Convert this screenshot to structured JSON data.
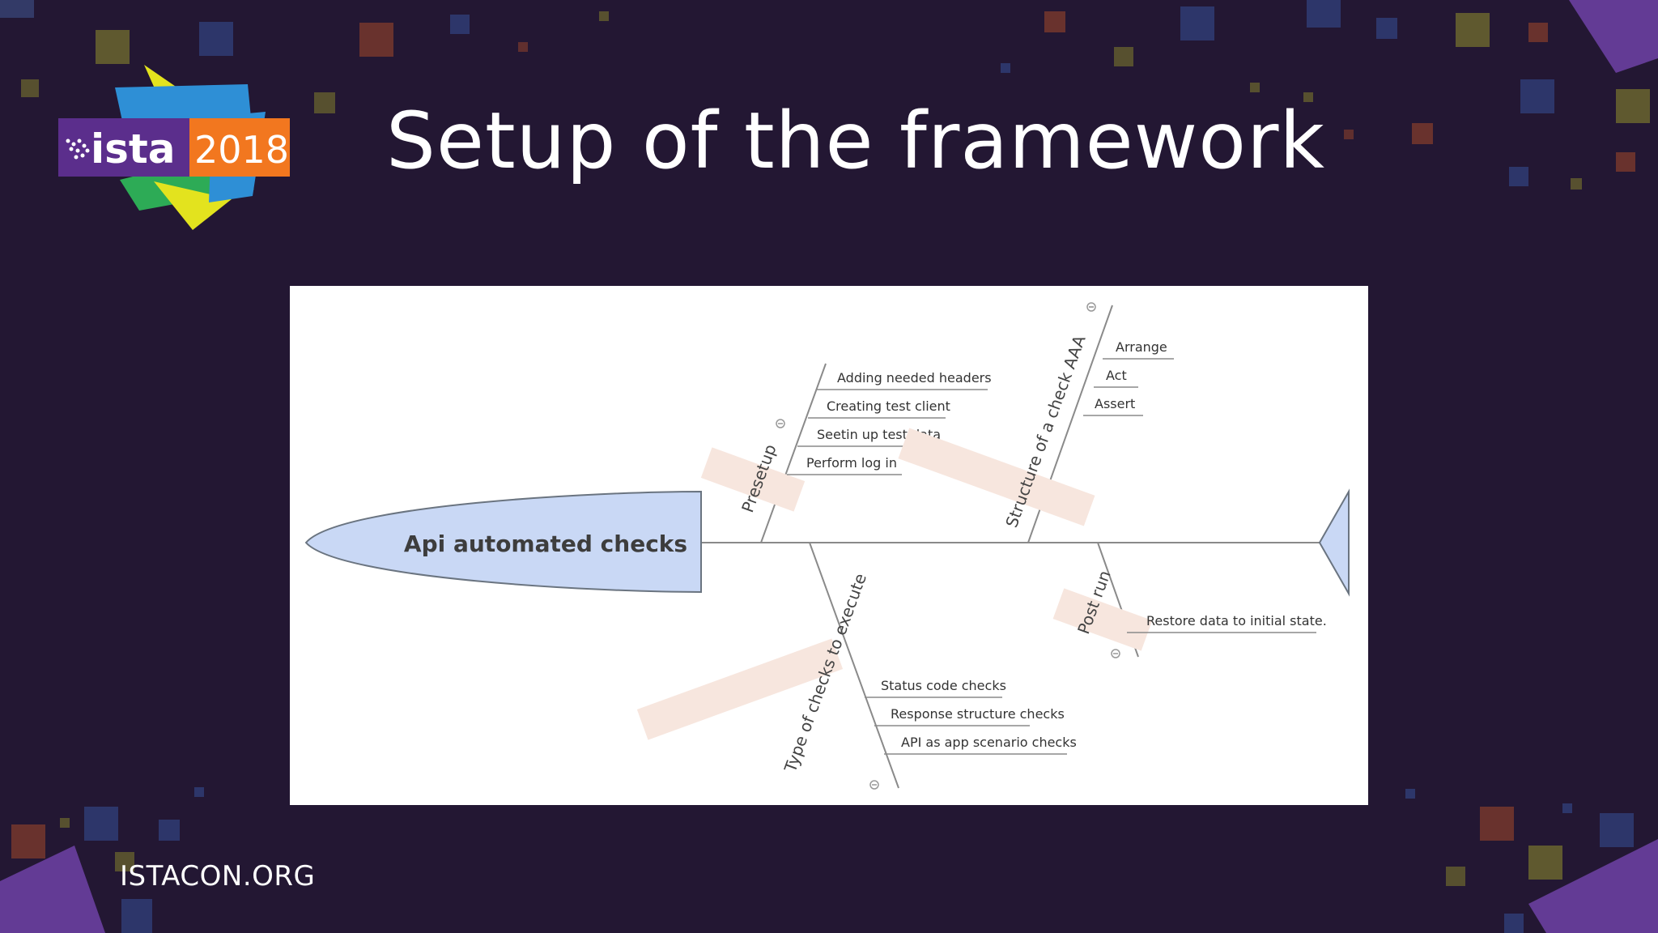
{
  "logo": {
    "name": "ista",
    "year": "2018"
  },
  "slide": {
    "title": "Setup of the framework",
    "footer": "ISTACON.ORG"
  },
  "diagram": {
    "head": "Api automated checks",
    "branches": {
      "presetup": {
        "label": "Presetup",
        "items": [
          "Adding needed headers",
          "Creating test client",
          "Seetin up test data",
          "Perform log in"
        ]
      },
      "structure": {
        "label": "Structure of a check AAA",
        "items": [
          "Arrange",
          "Act",
          "Assert"
        ]
      },
      "types": {
        "label": "Type of checks to execute",
        "items": [
          "Status code checks",
          "Response structure checks",
          "API as app scenario checks"
        ]
      },
      "postrun": {
        "label": "Post run",
        "items": [
          "Restore data to initial state."
        ]
      }
    }
  },
  "colors": {
    "background": "#231733",
    "fish_fill": "#c9d8f5",
    "branch_label_bg": "#f7e6de",
    "orange": "#f2771f",
    "purple": "#5b2e8c",
    "blue": "#2e8fd6",
    "green": "#2dab56",
    "yellow": "#e3e31e"
  }
}
